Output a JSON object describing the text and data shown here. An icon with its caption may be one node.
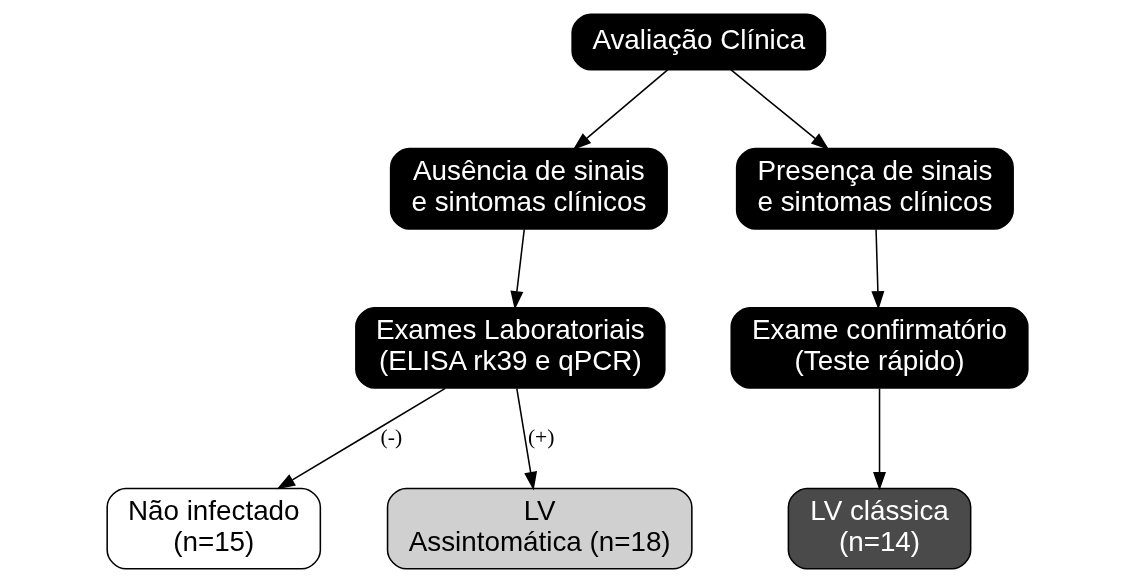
{
  "diagram": {
    "nodes": [
      {
        "text": [
          "Avaliação Clínica"
        ]
      },
      {
        "text": [
          "Ausência de sinais e sintomas clínicos"
        ]
      },
      {
        "text": [
          "Presença de sinais e sintomas clínicos"
        ]
      },
      {
        "text": [
          "Exames Laboratoriais (ELISA rk39 e qPCR)"
        ]
      },
      {
        "text": [
          "Exame confirmatório (Teste rápido)"
        ]
      },
      {
        "text": [
          "Não infectado (n=15)"
        ]
      },
      {
        "text": [
          "LV Assintomática (n=18)"
        ]
      },
      {
        "text": [
          "LV clássica (n=14)"
        ]
      }
    ],
    "edges": [
      {
        "from": 0,
        "to": 1,
        "arrow": "to"
      },
      {
        "from": 0,
        "to": 2,
        "arrow": "to"
      },
      {
        "from": 1,
        "to": 3,
        "arrow": "to"
      },
      {
        "from": 2,
        "to": 4,
        "arrow": "to"
      },
      {
        "from": 3,
        "to": 5,
        "arrow": "to",
        "label": "(-)"
      },
      {
        "from": 3,
        "to": 6,
        "arrow": "to",
        "label": "(+)"
      },
      {
        "from": 4,
        "to": 7,
        "arrow": "to"
      }
    ]
  }
}
